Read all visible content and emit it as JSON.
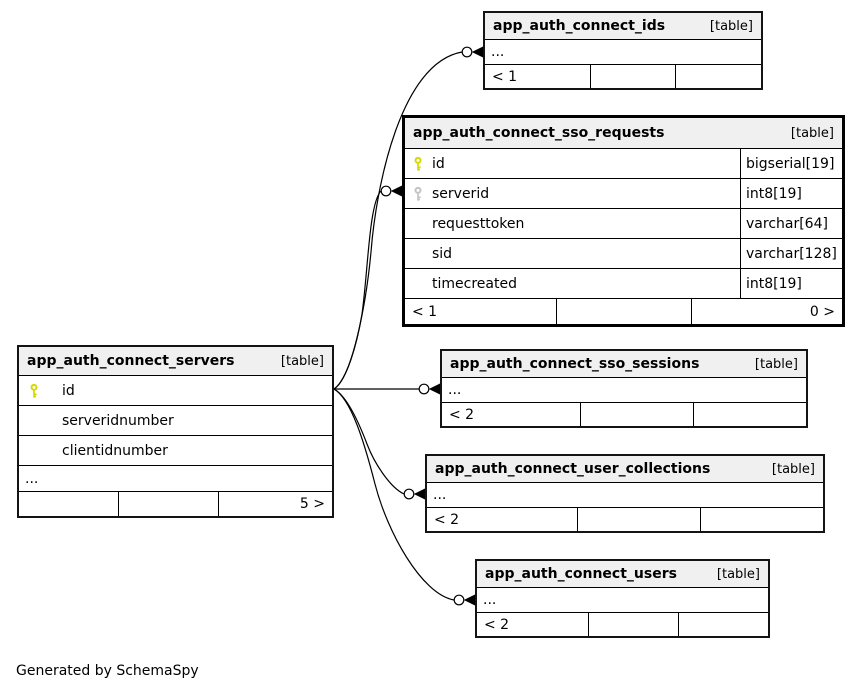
{
  "diagram": {
    "generated_by": "Generated by SchemaSpy"
  },
  "colors": {
    "header_bg": "#f0f0f0",
    "primary_key_color": "#d8d800",
    "foreign_key_color": "#c4c4c4",
    "line_color": "#000000"
  },
  "tables": {
    "ids": {
      "name": "app_auth_connect_ids",
      "tag": "[table]",
      "ellipsis": "...",
      "footer": {
        "left": "< 1",
        "mid": "",
        "right": ""
      }
    },
    "sso_requests": {
      "name": "app_auth_connect_sso_requests",
      "tag": "[table]",
      "columns": [
        {
          "name": "id",
          "type": "bigserial[19]",
          "key": "primary"
        },
        {
          "name": "serverid",
          "type": "int8[19]",
          "key": "foreign"
        },
        {
          "name": "requesttoken",
          "type": "varchar[64]",
          "key": ""
        },
        {
          "name": "sid",
          "type": "varchar[128]",
          "key": ""
        },
        {
          "name": "timecreated",
          "type": "int8[19]",
          "key": ""
        }
      ],
      "footer": {
        "left": "< 1",
        "mid": "",
        "right": "0 >"
      }
    },
    "servers": {
      "name": "app_auth_connect_servers",
      "tag": "[table]",
      "columns": [
        {
          "name": "id",
          "key": "primary"
        },
        {
          "name": "serveridnumber",
          "key": ""
        },
        {
          "name": "clientidnumber",
          "key": ""
        }
      ],
      "ellipsis": "...",
      "footer": {
        "left": "",
        "mid": "",
        "right": "5 >"
      }
    },
    "sso_sessions": {
      "name": "app_auth_connect_sso_sessions",
      "tag": "[table]",
      "ellipsis": "...",
      "footer": {
        "left": "< 2",
        "mid": "",
        "right": ""
      }
    },
    "user_collections": {
      "name": "app_auth_connect_user_collections",
      "tag": "[table]",
      "ellipsis": "...",
      "footer": {
        "left": "< 2",
        "mid": "",
        "right": ""
      }
    },
    "users": {
      "name": "app_auth_connect_users",
      "tag": "[table]",
      "ellipsis": "...",
      "footer": {
        "left": "< 2",
        "mid": "",
        "right": ""
      }
    }
  }
}
